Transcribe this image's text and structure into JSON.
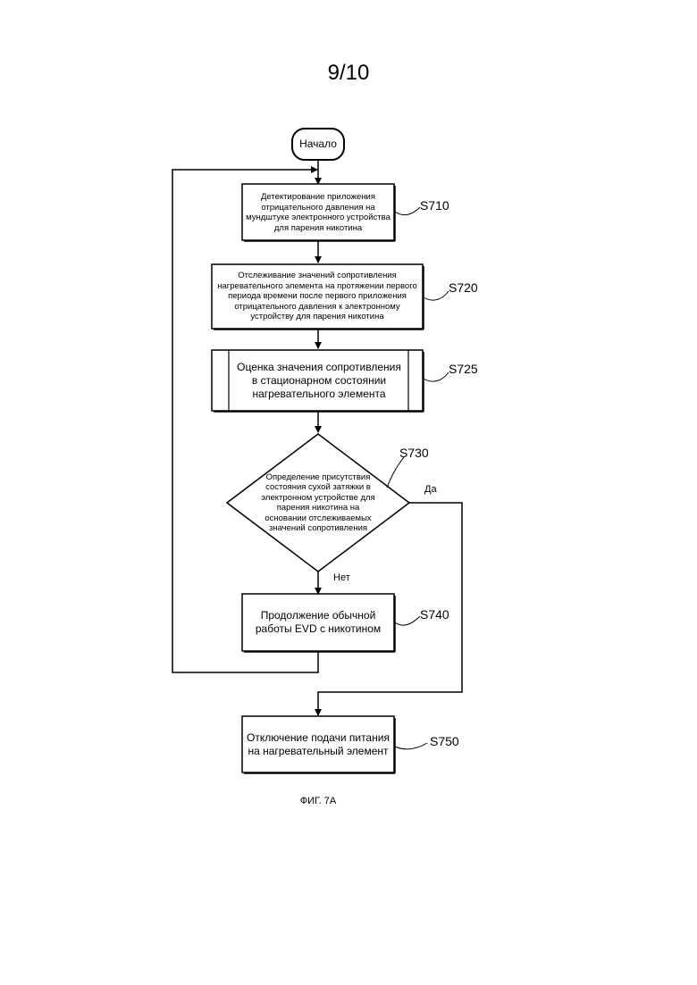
{
  "page_number": "9/10",
  "flowchart": {
    "start": "Начало",
    "steps": [
      {
        "id": "S710",
        "text": "Детектирование приложения отрицательного давления на мундштуке электронного устройства для парения никотина"
      },
      {
        "id": "S720",
        "text": "Отслеживание значений сопротивления нагревательного элемента на протяжении первого периода времени после первого приложения отрицательного давления к электронному устройству для парения никотина"
      },
      {
        "id": "S725",
        "text": "Оценка значения сопротивления в стационарном состоянии нагревательного элемента"
      },
      {
        "id": "S730",
        "text": "Определение присутствия состояния сухой затяжки в электронном устройстве для парения никотина на основании отслеживаемых значений сопротивления"
      },
      {
        "id": "S740",
        "text": "Продолжение обычной работы EVD с никотином"
      },
      {
        "id": "S750",
        "text": "Отключение подачи питания на нагревательный элемент"
      }
    ],
    "branch_yes": "Да",
    "branch_no": "Нет"
  },
  "caption": "ФИГ. 7А"
}
